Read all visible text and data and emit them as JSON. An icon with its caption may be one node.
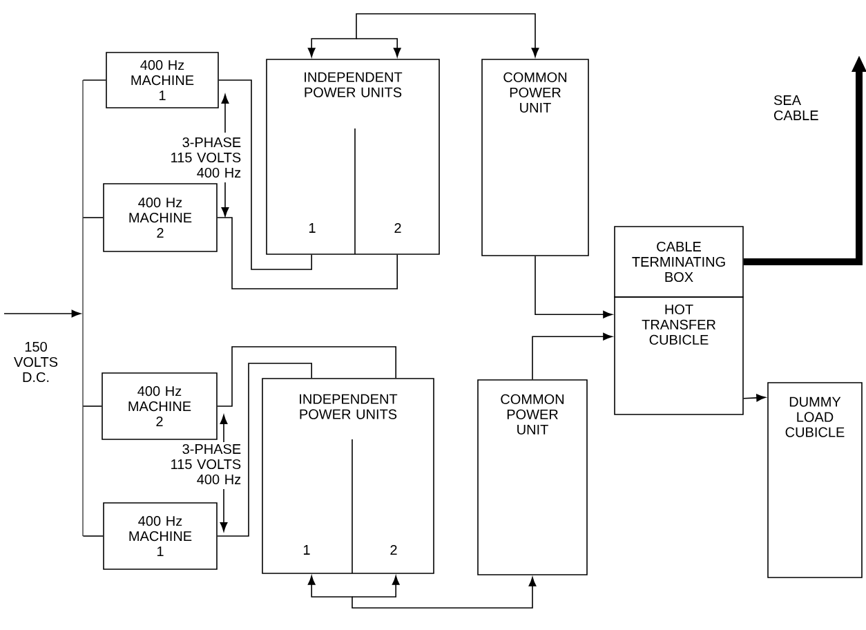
{
  "diagram": {
    "nodes": [
      {
        "text": [
          "400 Hz MACHINE 1"
        ]
      },
      {
        "text": [
          "400 Hz MACHINE 2"
        ]
      },
      {
        "text": [
          "INDEPENDENT POWER UNITS",
          "1",
          "2"
        ]
      },
      {
        "text": [
          "COMMON POWER UNIT"
        ]
      },
      {
        "text": [
          "CABLE TERMINATING BOX"
        ]
      },
      {
        "text": [
          "HOT TRANSFER CUBICLE"
        ]
      },
      {
        "text": [
          "400 Hz MACHINE 2"
        ]
      },
      {
        "text": [
          "400 Hz MACHINE 1"
        ]
      },
      {
        "text": [
          "INDEPENDENT POWER UNITS",
          "1",
          "2"
        ]
      },
      {
        "text": [
          "COMMON POWER UNIT"
        ]
      },
      {
        "text": [
          "DUMMY LOAD CUBICLE"
        ]
      },
      {
        "text": [],
        "shape": "bar"
      }
    ],
    "edges": [
      {
        "from": null,
        "to": 11,
        "arrow": "to"
      },
      {
        "from": 11,
        "to": 0,
        "arrow": "none"
      },
      {
        "from": 11,
        "to": 1,
        "arrow": "none"
      },
      {
        "from": 11,
        "to": 6,
        "arrow": "none"
      },
      {
        "from": 11,
        "to": 7,
        "arrow": "none"
      },
      {
        "from": 0,
        "to": 2,
        "arrow": "none"
      },
      {
        "from": 1,
        "to": 2,
        "arrow": "none"
      },
      {
        "from": 6,
        "to": 8,
        "arrow": "none"
      },
      {
        "from": 7,
        "to": 8,
        "arrow": "none"
      },
      {
        "from": 2,
        "to": 3,
        "arrow": "both"
      },
      {
        "from": 8,
        "to": 9,
        "arrow": "both"
      },
      {
        "from": 3,
        "to": 5,
        "arrow": "to"
      },
      {
        "from": 9,
        "to": 5,
        "arrow": "to"
      },
      {
        "from": 5,
        "to": 10,
        "arrow": "to"
      },
      {
        "from": 4,
        "to": null,
        "arrow": "to",
        "style": "thick"
      }
    ],
    "labels": [
      "3-PHASE 115 VOLTS 400 Hz",
      "SEA CABLE",
      "150 VOLTS D.C.",
      "3-PHASE 115 VOLTS 400 Hz"
    ]
  }
}
